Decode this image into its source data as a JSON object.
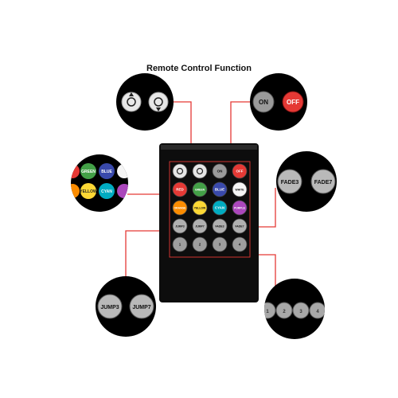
{
  "title": "Remote Control Function",
  "remote": {
    "rows": [
      [
        {
          "label": "",
          "icon": "brightness-up-icon",
          "color": "#e6e6e6"
        },
        {
          "label": "",
          "icon": "brightness-down-icon",
          "color": "#e6e6e6"
        },
        {
          "label": "ON",
          "color": "#9a9a9a"
        },
        {
          "label": "OFF",
          "color": "#e53935"
        }
      ],
      [
        {
          "label": "RED",
          "color": "#e53935"
        },
        {
          "label": "GREEN",
          "color": "#43a047"
        },
        {
          "label": "BLUE",
          "color": "#3949ab"
        },
        {
          "label": "WHITE",
          "color": "#f5f5f5"
        }
      ],
      [
        {
          "label": "ORANGE",
          "color": "#fb8c00"
        },
        {
          "label": "YELLOW",
          "color": "#fdd835"
        },
        {
          "label": "CYAN",
          "color": "#00acc1"
        },
        {
          "label": "PURPLE",
          "color": "#ab47bc"
        }
      ],
      [
        {
          "label": "JUMP3",
          "color": "#b0b0b0"
        },
        {
          "label": "JUMP7",
          "color": "#b0b0b0"
        },
        {
          "label": "FADE3",
          "color": "#b0b0b0"
        },
        {
          "label": "FADE7",
          "color": "#b0b0b0"
        }
      ],
      [
        {
          "label": "1",
          "color": "#9e9e9e"
        },
        {
          "label": "2",
          "color": "#9e9e9e"
        },
        {
          "label": "3",
          "color": "#9e9e9e"
        },
        {
          "label": "4",
          "color": "#9e9e9e"
        }
      ]
    ]
  },
  "callouts": {
    "brightness": {
      "icons": [
        "brightness-up-icon",
        "brightness-down-icon"
      ]
    },
    "power": {
      "on": "ON",
      "off": "OFF"
    },
    "colors": {
      "row1": [
        "GREEN",
        "BLUE"
      ],
      "row2": [
        "YELLOW",
        "CYAN"
      ]
    },
    "fade": {
      "a": "FADE3",
      "b": "FADE7"
    },
    "jump": {
      "a": "JUMP3",
      "b": "JUMP7"
    },
    "modes": {
      "labels": [
        "1",
        "2",
        "3",
        "4"
      ]
    }
  },
  "colors": {
    "accent_line": "#e53935",
    "remote_body": "#111111",
    "circle_bg": "#000000"
  }
}
